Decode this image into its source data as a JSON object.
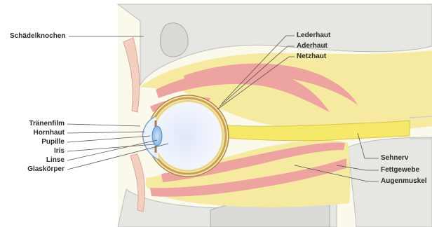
{
  "labels_left": [
    "Schädelknochen",
    "Tränenfilm",
    "Hornhaut",
    "Pupille",
    "Iris",
    "Linse",
    "Glaskörper"
  ],
  "labels_right_top": [
    "Lederhaut",
    "Aderhaut",
    "Netzhaut"
  ],
  "labels_right_bottom": [
    "Sehnerv",
    "Fettgewebe",
    "Augenmuskel"
  ],
  "colors": {
    "background": "#fbf8ec",
    "bone": "#e6e6e3",
    "bone_edge": "#bdbdbb",
    "fat": "#f6eaa0",
    "muscle": "#eda3a0",
    "nerve": "#f6e96a",
    "vitreous": "#ecf1fb",
    "sclera_ring": "#d6b54a",
    "leader": "#555555"
  }
}
